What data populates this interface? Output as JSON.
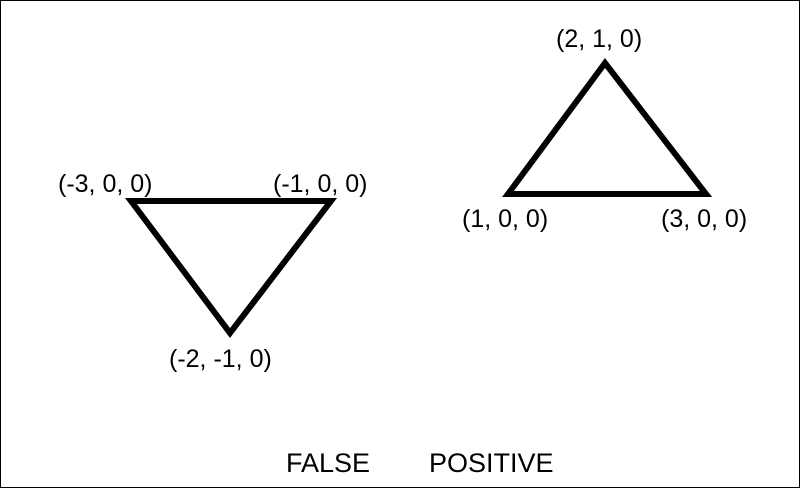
{
  "colors": {
    "stroke": "#000000",
    "text": "#000000",
    "background": "#ffffff"
  },
  "triangles": [
    {
      "id": "false",
      "caption": "FALSE",
      "vertices": [
        {
          "label": "(-3, 0, 0)",
          "coords": [
            -3,
            0,
            0
          ]
        },
        {
          "label": "(-1, 0, 0)",
          "coords": [
            -1,
            0,
            0
          ]
        },
        {
          "label": "(-2, -1, 0)",
          "coords": [
            -2,
            -1,
            0
          ]
        }
      ]
    },
    {
      "id": "positive",
      "caption": "POSITIVE",
      "vertices": [
        {
          "label": "(2, 1, 0)",
          "coords": [
            2,
            1,
            0
          ]
        },
        {
          "label": "(1, 0, 0)",
          "coords": [
            1,
            0,
            0
          ]
        },
        {
          "label": "(3, 0, 0)",
          "coords": [
            3,
            0,
            0
          ]
        }
      ]
    }
  ]
}
